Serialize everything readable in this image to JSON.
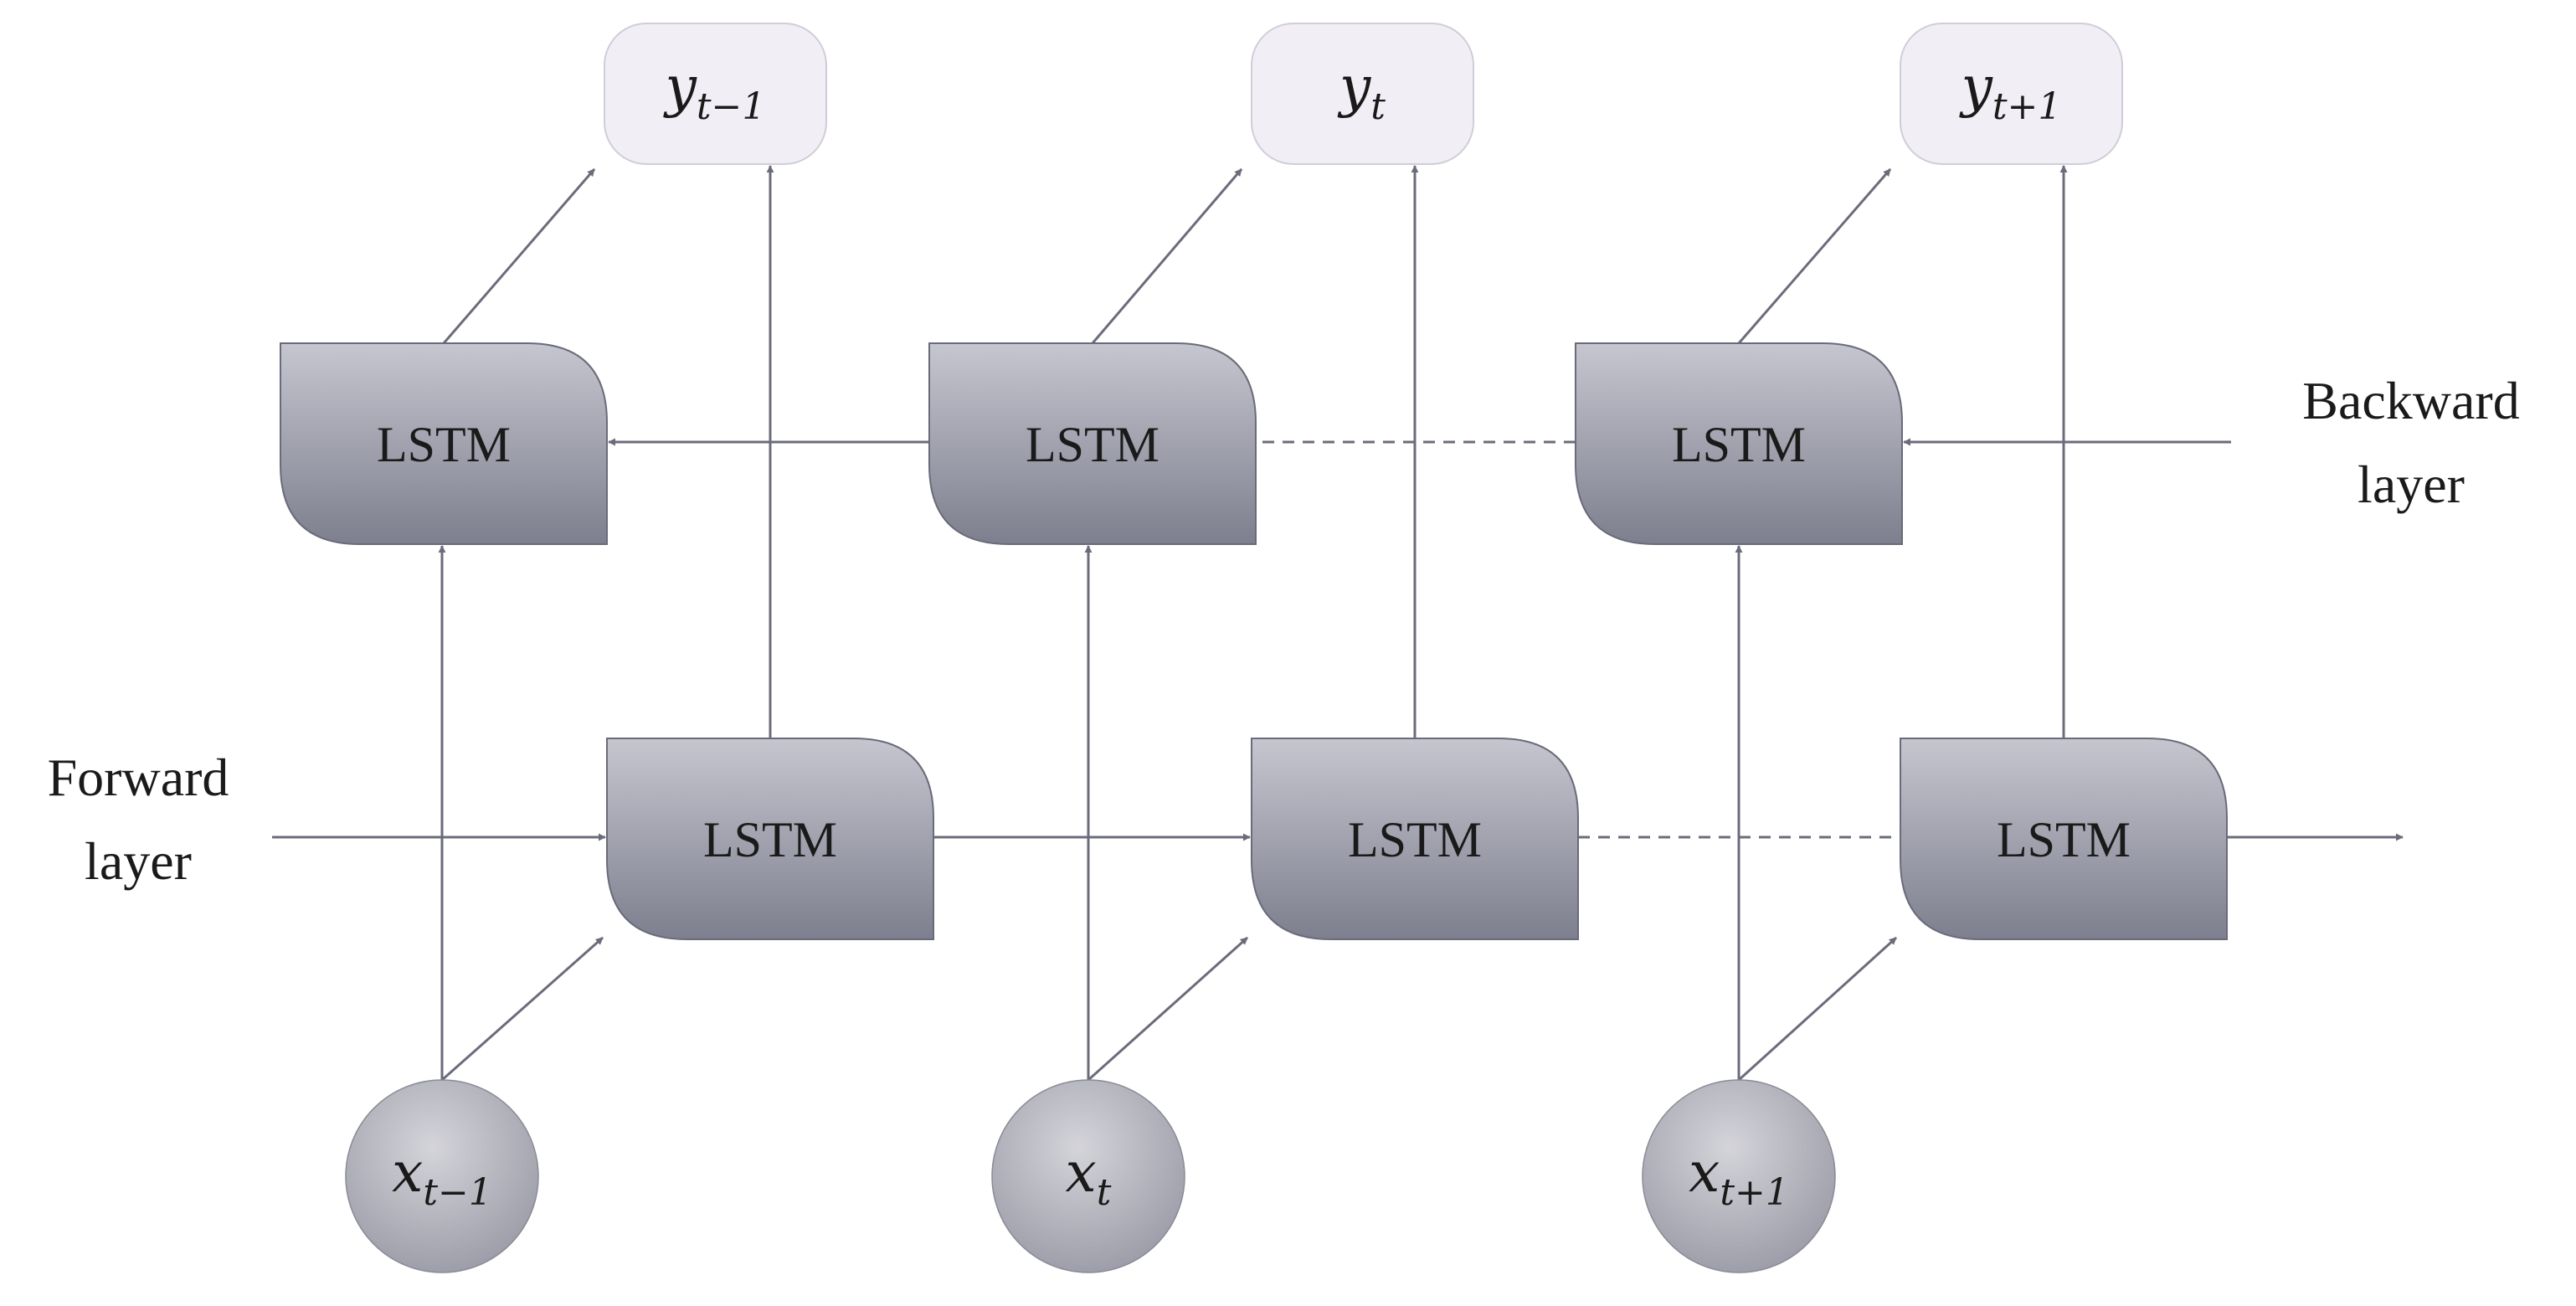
{
  "layers": {
    "backward_label": [
      "Backward",
      "layer"
    ],
    "forward_label": [
      "Forward",
      "layer"
    ]
  },
  "cell_label": "LSTM",
  "outputs": [
    {
      "main": "y",
      "sub": "t−1"
    },
    {
      "main": "y",
      "sub": "t"
    },
    {
      "main": "y",
      "sub": "t+1"
    }
  ],
  "inputs": [
    {
      "main": "x",
      "sub": "t−1"
    },
    {
      "main": "x",
      "sub": "t"
    },
    {
      "main": "x",
      "sub": "t+1"
    }
  ],
  "colors": {
    "cell_top": "#c6c6d0",
    "cell_bottom": "#7e7f8e",
    "cell_stroke": "#6a6b7a",
    "input_circle_top": "#d4d4da",
    "input_circle_bottom": "#9596a2",
    "output_box": "#f1eff5",
    "output_box_stroke": "#d0cdd8",
    "arrow": "#6b6c7a"
  }
}
